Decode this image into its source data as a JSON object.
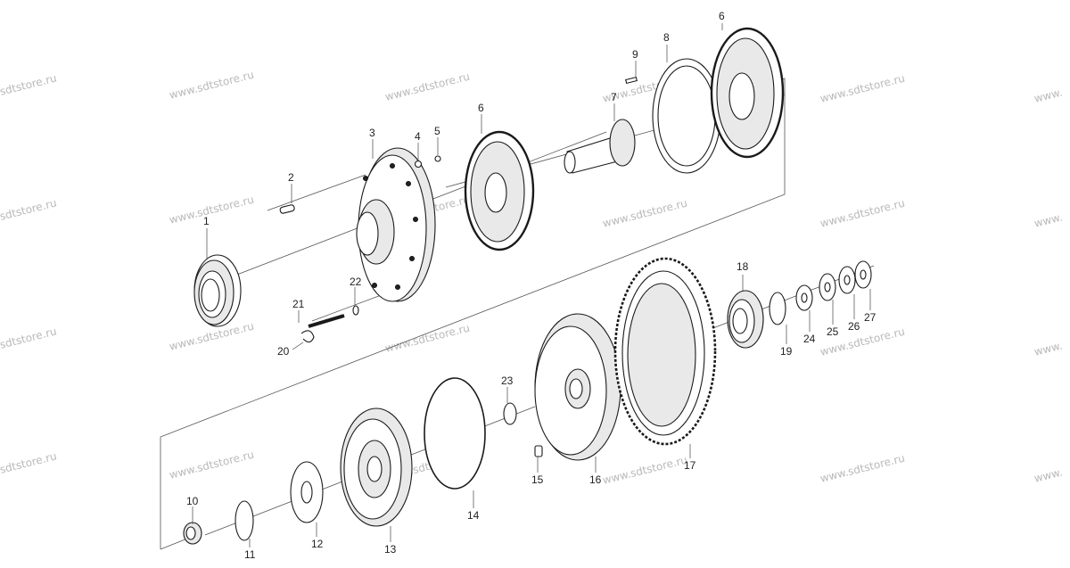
{
  "watermark": "www.sdtstore.ru",
  "watermark_partial_left": "sdtstore.ru",
  "watermark_partial_right": "www.",
  "labels": {
    "p1": "1",
    "p2": "2",
    "p3": "3",
    "p4": "4",
    "p5": "5",
    "p6a": "6",
    "p6b": "6",
    "p7": "7",
    "p8": "8",
    "p9": "9",
    "p10": "10",
    "p11": "11",
    "p12": "12",
    "p13": "13",
    "p14": "14",
    "p15": "15",
    "p16": "16",
    "p17": "17",
    "p18": "18",
    "p19": "19",
    "p20": "20",
    "p21": "21",
    "p22": "22",
    "p23": "23",
    "p24": "24",
    "p25": "25",
    "p26": "26",
    "p27": "27"
  }
}
